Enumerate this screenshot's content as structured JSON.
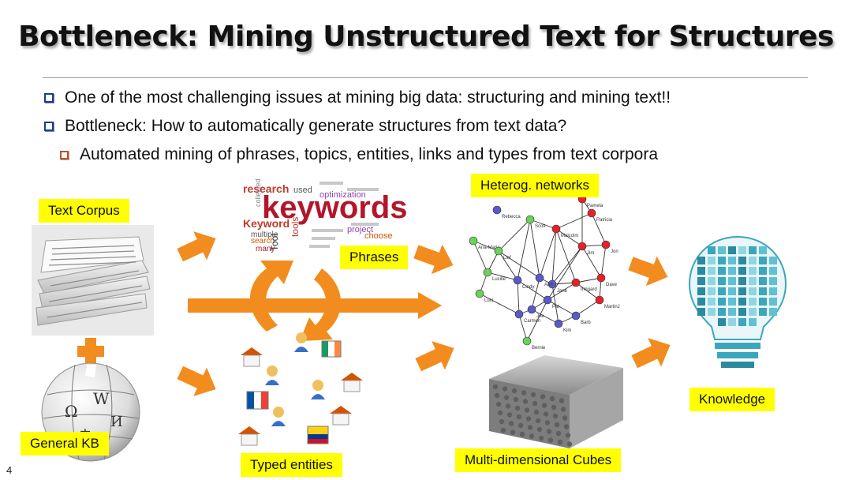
{
  "slide": {
    "title": "Bottleneck:  Mining Unstructured Text for Structures",
    "page_number": "4"
  },
  "bullets": [
    "One of the most challenging issues at mining big data: structuring and mining text!!",
    "Bottleneck: How to automatically generate structures from text data?",
    "Automated mining of phrases, topics, entities, links and types from text corpora"
  ],
  "labels": {
    "text_corpus": "Text Corpus",
    "general_kb": "General KB",
    "phrases": "Phrases",
    "typed_entities": "Typed entities",
    "heterog_networks": "Heterog. networks",
    "multi_dim_cubes": "Multi-dimensional Cubes",
    "knowledge": "Knowledge"
  },
  "word_cloud": {
    "main": "keywords",
    "words": [
      "research",
      "used",
      "optimization",
      "Keyword",
      "multiple",
      "search",
      "many",
      "tools",
      "Tool",
      "project",
      "choose",
      "collected"
    ]
  },
  "network_nodes": [
    "Rebecca",
    "Scott",
    "Pamela",
    "Patricia",
    "Malcolm",
    "Ana-Maria",
    "Jim",
    "Jon",
    "Lief",
    "Lucille",
    "Dave",
    "Irmgard",
    "Cindy",
    "Jane",
    "Ann",
    "Pat",
    "Luci",
    "Carmen",
    "Joe",
    "Kim",
    "MartinJ",
    "Barb",
    "Bernie"
  ],
  "colors": {
    "arrow": "#f28c1e",
    "label_bg": "#ffff00",
    "title_text": "#111111",
    "bullet_box": "#1f3c88",
    "sub_bullet_box": "#b5542a"
  }
}
